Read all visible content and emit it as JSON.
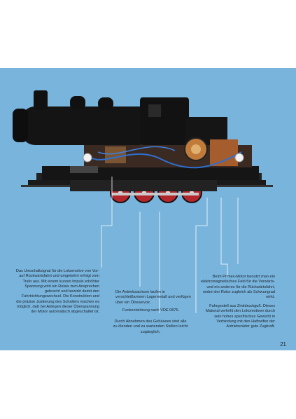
{
  "captions": {
    "umschaltsignal": "Das Umschaltsignal für die Lokomotive von Vor- auf Rückwärtsfahrt und umgekehrt erfolgt vom Trafo aus. Mit einem kurzen Impuls erhöhter Spannung wird ein Relais zum Ansprechen gebracht und bewirkt damit den Fahrtrichtungswechsel. Die Konstruktion und die präzise Justierung des Schalters machen es möglich, daß bei Anlegen dieser Überspannung der Motor automatisch abgeschaltet ist.",
    "antriebsachsen": "Die Antriebsachsen laufen in verschleißarmem Lagermetall und verfügen über ein Ölreservoir.",
    "funkentstoerung": "Funkentstörung nach VDE 0875.",
    "gehaeuse": "Durch Abnehmen des Gehäuses sind alle zu ölenden und zu wartenden Stellen leicht zugänglich.",
    "primex_motor": "Beim Primex-Motor benutzt man ein elektromagnetisches Feld für die Vorwärts- und ein anderes für die Rückwärtsfahrt, wobei der Rotor zugleich als Schwungrad wirkt.",
    "fahrgestell": "Fahrgestell aus Zinkdruckguß. Dieses Material verleiht den Lokomotiven durch sein hohes spezifisches Gewicht in Verbindung mit den Haftreifen der Antriebsräder gute Zugkraft."
  },
  "page_number": "21"
}
